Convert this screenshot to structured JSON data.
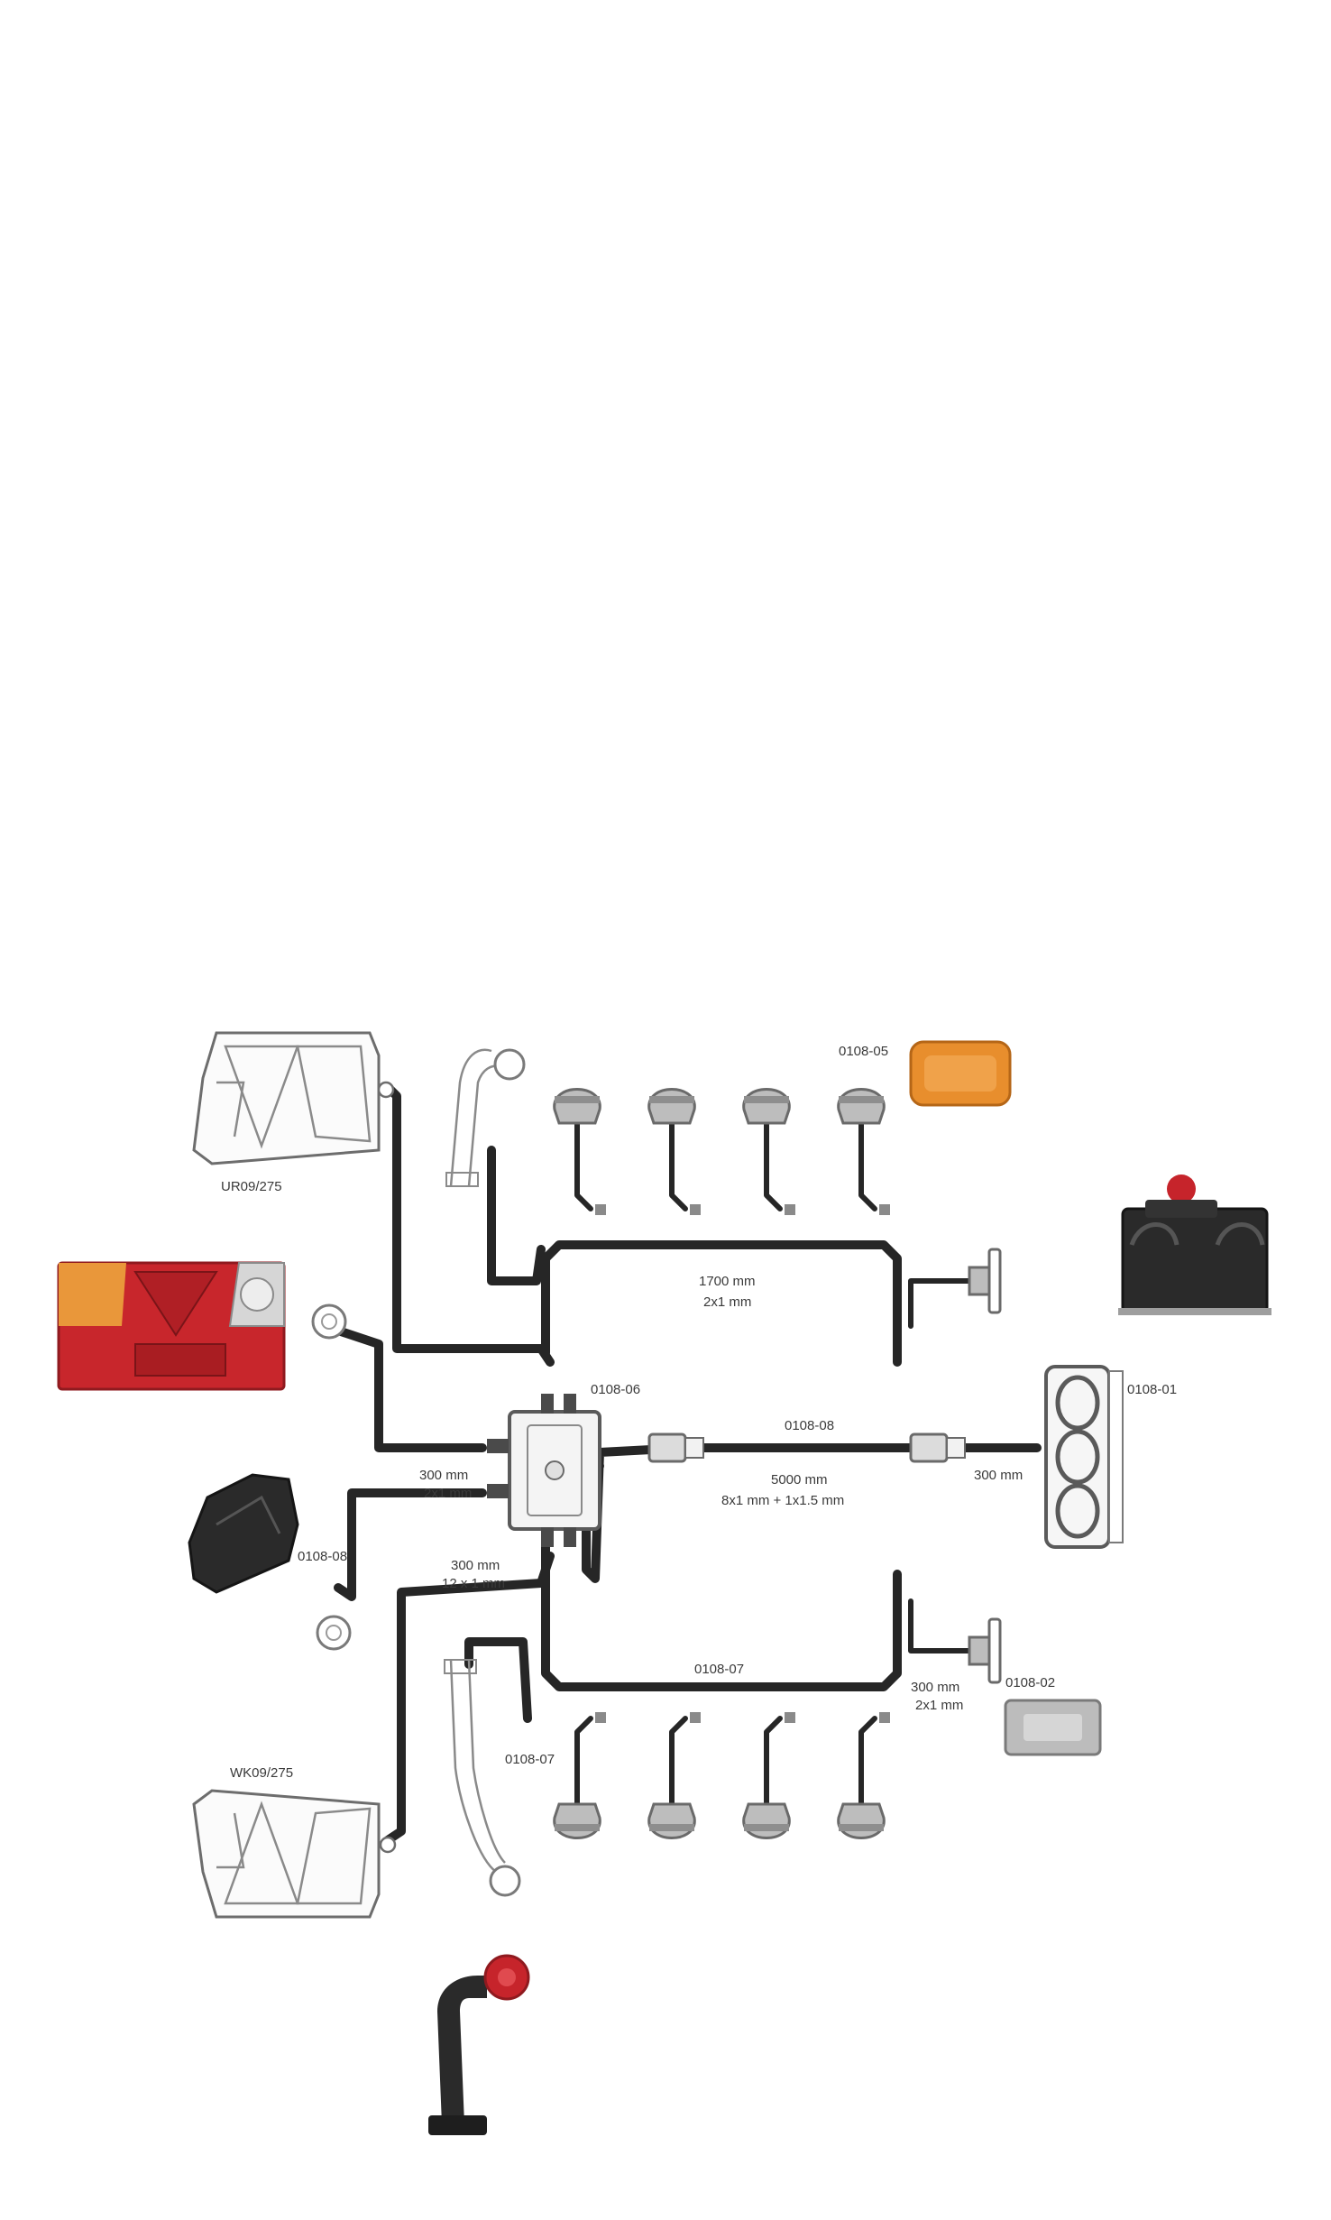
{
  "diagram": {
    "labels": {
      "left_top_light": "UR09/275",
      "left_bottom_light": "WK09/275",
      "amber_marker": "0108-05",
      "junction_box": "0108-06",
      "left_marker": "0108-08",
      "upper_cable_length": "1700 mm",
      "upper_cable_spec": "2x1 mm",
      "main_cable_code": "0108-08",
      "main_cable_length": "5000 mm",
      "main_cable_spec": "8x1 mm + 1x1.5 mm",
      "plug_cable_length": "300 mm",
      "connector_block": "0108-01",
      "left_cable_length": "300 mm",
      "left_cable_spec": "2x1 mm",
      "lower_left_cable_length": "300 mm",
      "lower_left_cable_spec": "12 x 1 mm",
      "lower_cable_code": "0108-07",
      "right_plate_code": "0108-02",
      "right_plate_length": "300 mm",
      "right_plate_spec": "2x1 mm",
      "bottom_side_marker": "0108-07"
    },
    "colors": {
      "wire": "#262626",
      "tail_red": "#c8262c",
      "tail_amber": "#e9973a",
      "marker_amber": "#e88e2d",
      "marker_red": "#c6242b",
      "dark_lamp": "#2a2a2a"
    }
  }
}
